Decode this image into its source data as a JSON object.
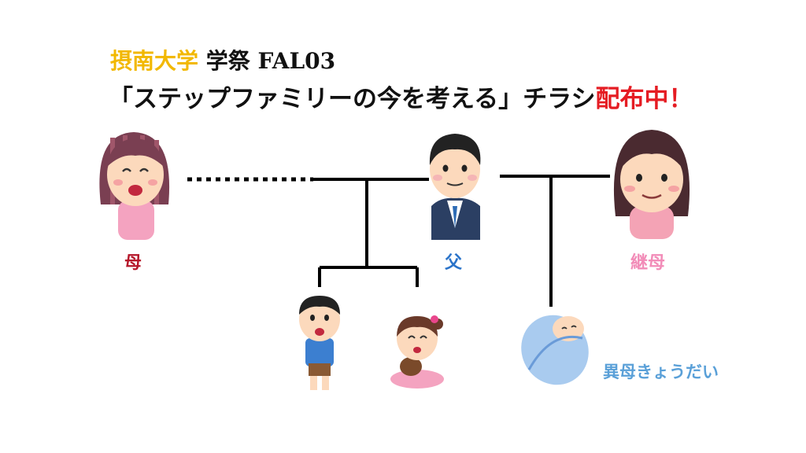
{
  "title": {
    "line1_university": "摂南大学",
    "line1_rest": "学祭 FAL03",
    "line2_main": "「ステップファミリーの今を考える」チラシ",
    "line2_highlight": "配布中！"
  },
  "people": {
    "mother": "母",
    "father": "父",
    "stepmother": "継母",
    "half_sibling": "異母きょうだい"
  },
  "colors": {
    "title_yellow": "#f2b800",
    "title_red": "#e51c23",
    "mother_label": "#b5162a",
    "father_label": "#2a73c9",
    "stepmother_label": "#f28cb8",
    "half_sibling_label": "#5aa0d8",
    "tree_lines": "#000000"
  }
}
